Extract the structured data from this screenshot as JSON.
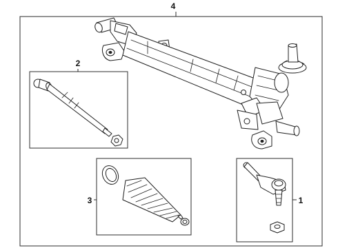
{
  "diagram": {
    "callouts": {
      "assembly": "4",
      "inner_tie_rod": "2",
      "boot_kit": "3",
      "outer_tie_rod_end": "1"
    },
    "colors": {
      "line": "#1f1f1f",
      "background": "#ffffff"
    }
  }
}
